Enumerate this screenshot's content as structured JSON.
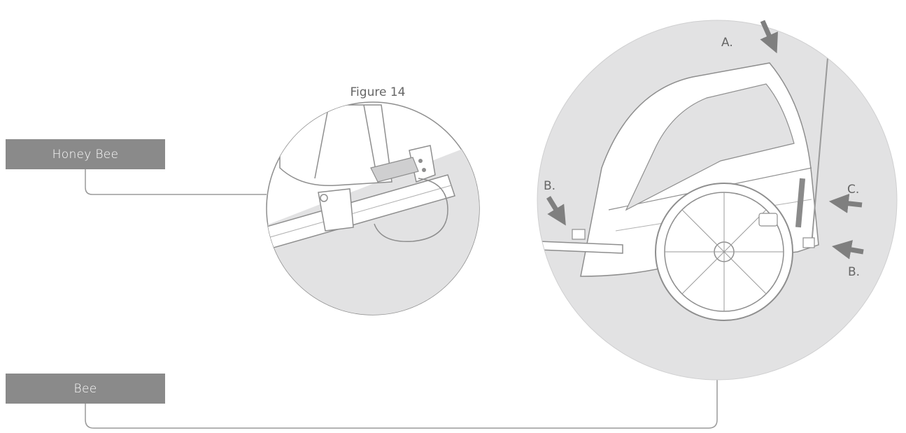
{
  "figure": {
    "title": "Figure 14"
  },
  "models": [
    {
      "label": "Honey Bee"
    },
    {
      "label": "Bee"
    }
  ],
  "callouts": {
    "a": "A.",
    "b_left": "B.",
    "c": "C.",
    "b_right": "B."
  },
  "colors": {
    "label_box": "#8a8a8a",
    "circle_fill": "#e2e2e3",
    "line": "#9a9a9a",
    "arrow": "#7f7f7f"
  }
}
